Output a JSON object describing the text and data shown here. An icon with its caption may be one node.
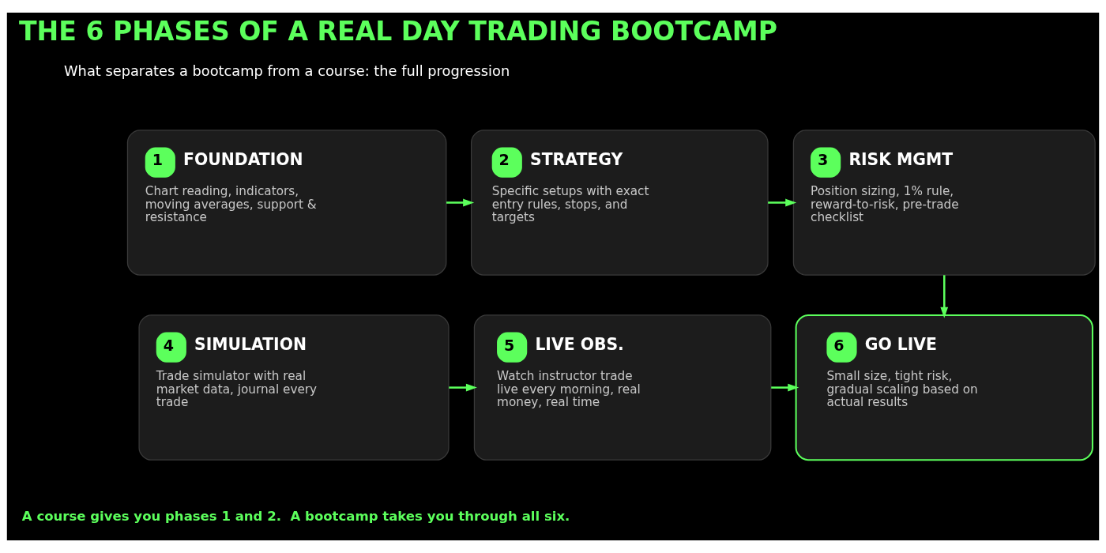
{
  "diagram": {
    "title": "THE 6 PHASES OF A REAL DAY TRADING BOOTCAMP",
    "nodes": [
      {
        "text": [
          "1",
          "FOUNDATION",
          "Chart reading, indicators, moving averages, support & resistance"
        ]
      },
      {
        "text": [
          "2",
          "STRATEGY",
          "Specific setups with exact entry rules, stops, and targets"
        ]
      },
      {
        "text": [
          "3",
          "RISK MGMT",
          "Position sizing, 1% rule, reward-to-risk, pre-trade checklist"
        ]
      },
      {
        "text": [
          "4",
          "SIMULATION",
          "Trade simulator with real market data, journal every trade"
        ]
      },
      {
        "text": [
          "5",
          "LIVE OBS.",
          "Watch instructor trade live every morning, real money, real time"
        ]
      },
      {
        "text": [
          "6",
          "GO LIVE",
          "Small size, tight risk, gradual scaling based on actual results"
        ]
      }
    ],
    "edges": [
      {
        "from": 0,
        "to": 1,
        "arrow": "to"
      },
      {
        "from": 1,
        "to": 2,
        "arrow": "to"
      },
      {
        "from": 2,
        "to": 5,
        "arrow": "to"
      },
      {
        "from": 3,
        "to": 4,
        "arrow": "to"
      },
      {
        "from": 4,
        "to": 5,
        "arrow": "to"
      }
    ],
    "labels": [
      "What separates a bootcamp from a course: the full progression",
      "A course gives you phases 1 and 2.  A bootcamp takes you through all six."
    ]
  }
}
